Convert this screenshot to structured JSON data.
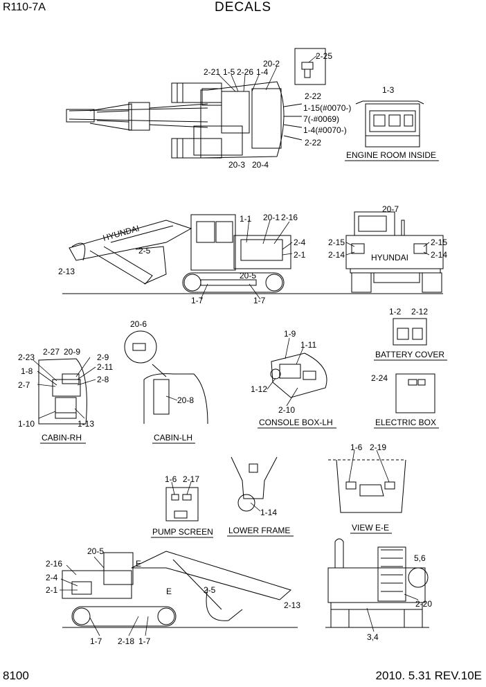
{
  "header": {
    "model": "R110-7A",
    "title": "DECALS"
  },
  "footer": {
    "page": "8100",
    "date_rev": "2010. 5.31  REV.10E"
  },
  "views": {
    "engine_room": "ENGINE ROOM INSIDE",
    "cabin_rh": "CABIN-RH",
    "cabin_lh": "CABIN-LH",
    "console": "CONSOLE BOX-LH",
    "battery": "BATTERY COVER",
    "electric": "ELECTRIC BOX",
    "pump": "PUMP SCREEN",
    "lower_frame": "LOWER FRAME",
    "view_ee": "VIEW  E-E"
  },
  "callouts": {
    "c01": "2-25",
    "c02": "20-2",
    "c03": "2-21",
    "c04": "1-5",
    "c05": "2-26",
    "c06": "1-4",
    "c07": "2-22",
    "c08": "1-15(#0070-)",
    "c09": "7(-#0069)",
    "c10": "1-4(#0070-)",
    "c11": "2-22",
    "c12": "20-3",
    "c13": "20-4",
    "c14": "1-3",
    "c15": "1-1",
    "c16": "20-1",
    "c17": "2-16",
    "c18": "2-4",
    "c19": "2-1",
    "c20": "2-5",
    "c21": "2-13",
    "c22": "20-5",
    "c23": "1-7",
    "c24": "1-7",
    "c25": "20-7",
    "c26": "2-15",
    "c27": "2-15",
    "c28": "2-14",
    "c29": "2-14",
    "c30": "20-6",
    "c31": "20-8",
    "c32": "2-23",
    "c33": "2-27",
    "c34": "20-9",
    "c35": "2-9",
    "c36": "1-8",
    "c37": "2-11",
    "c38": "2-8",
    "c39": "2-7",
    "c40": "1-10",
    "c41": "1-13",
    "c42": "1-9",
    "c43": "1-11",
    "c44": "1-12",
    "c45": "2-10",
    "c46": "1-2",
    "c47": "2-12",
    "c48": "2-24",
    "c49": "1-6",
    "c50": "2-17",
    "c51": "1-14",
    "c52": "1-6",
    "c53": "2-19",
    "c54": "20-5",
    "c55": "E",
    "c56": "E",
    "c57": "2-16",
    "c58": "2-4",
    "c59": "2-1",
    "c60": "2-5",
    "c61": "2-13",
    "c62": "1-7",
    "c63": "2-18",
    "c64": "1-7",
    "c65": "5,6",
    "c66": "2-20",
    "c67": "3,4"
  },
  "brand": {
    "boom": "HYUNDAI",
    "counterweight": "HYUNDAI"
  }
}
